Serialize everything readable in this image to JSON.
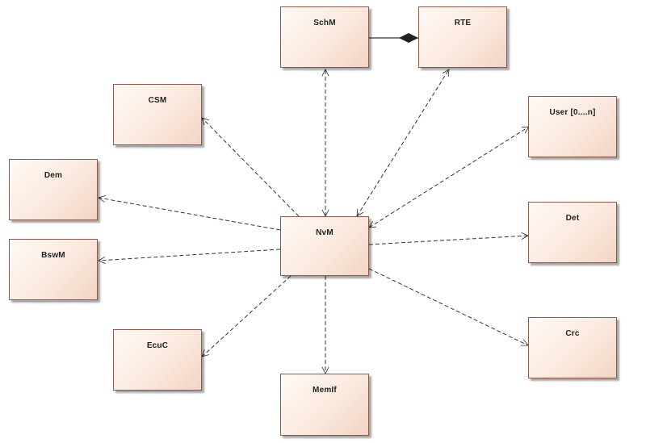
{
  "diagram": {
    "nodes": {
      "schm": "SchM",
      "rte": "RTE",
      "csm": "CSM",
      "user": "User [0....n]",
      "dem": "Dem",
      "det": "Det",
      "bswm": "BswM",
      "nvm": "NvM",
      "ecuc": "EcuC",
      "crc": "Crc",
      "memif": "MemIf"
    }
  },
  "colors": {
    "border": "#8a5a4a",
    "fill_light": "#fffaf6",
    "fill_dark": "#f2d4c4",
    "connector": "#333333"
  }
}
